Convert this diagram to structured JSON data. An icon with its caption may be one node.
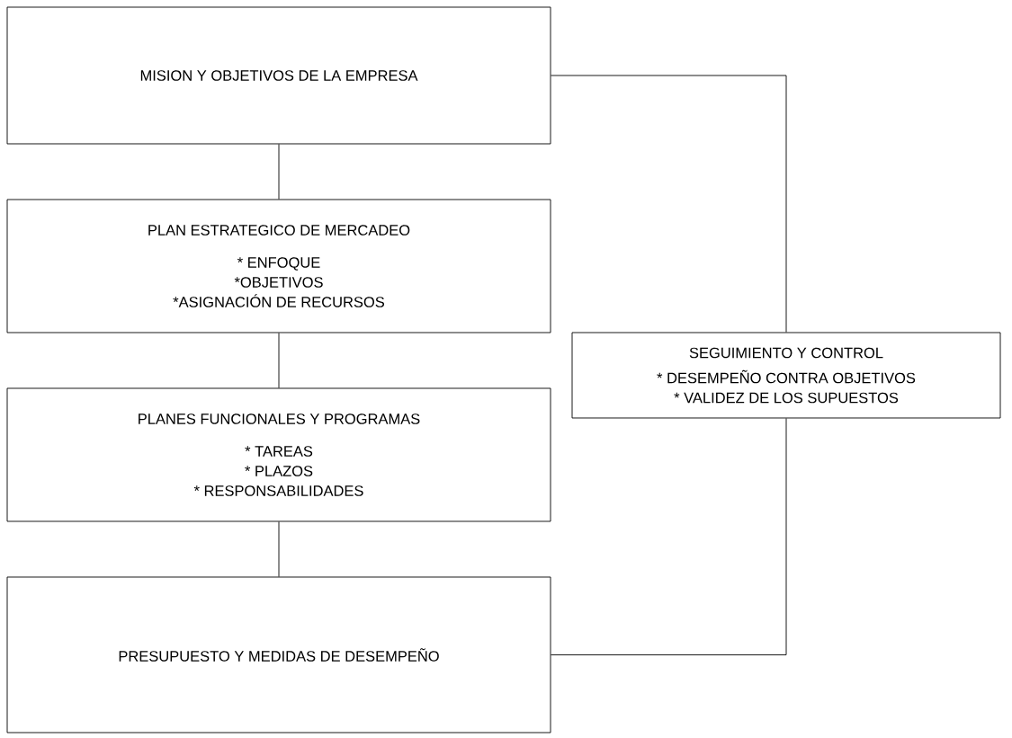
{
  "diagram": {
    "nodes": [
      {
        "text": [
          "MISION Y OBJETIVOS DE LA EMPRESA"
        ]
      },
      {
        "text": [
          "PLAN ESTRATEGICO DE MERCADEO",
          "* ENFOQUE",
          "*OBJETIVOS",
          "*ASIGNACIÓN DE RECURSOS"
        ]
      },
      {
        "text": [
          "PLANES FUNCIONALES Y PROGRAMAS",
          "* TAREAS",
          "* PLAZOS",
          "* RESPONSABILIDADES"
        ]
      },
      {
        "text": [
          "PRESUPUESTO Y MEDIDAS DE DESEMPEÑO"
        ]
      },
      {
        "text": [
          "SEGUIMIENTO Y CONTROL",
          "* DESEMPEÑO CONTRA OBJETIVOS",
          "* VALIDEZ DE LOS SUPUESTOS"
        ]
      }
    ],
    "edges": [
      {
        "from": 0,
        "to": 1,
        "arrow": "none"
      },
      {
        "from": 1,
        "to": 2,
        "arrow": "none"
      },
      {
        "from": 2,
        "to": 3,
        "arrow": "none"
      },
      {
        "from": 0,
        "to": 4,
        "arrow": "none"
      },
      {
        "from": 3,
        "to": 4,
        "arrow": "none"
      }
    ]
  }
}
